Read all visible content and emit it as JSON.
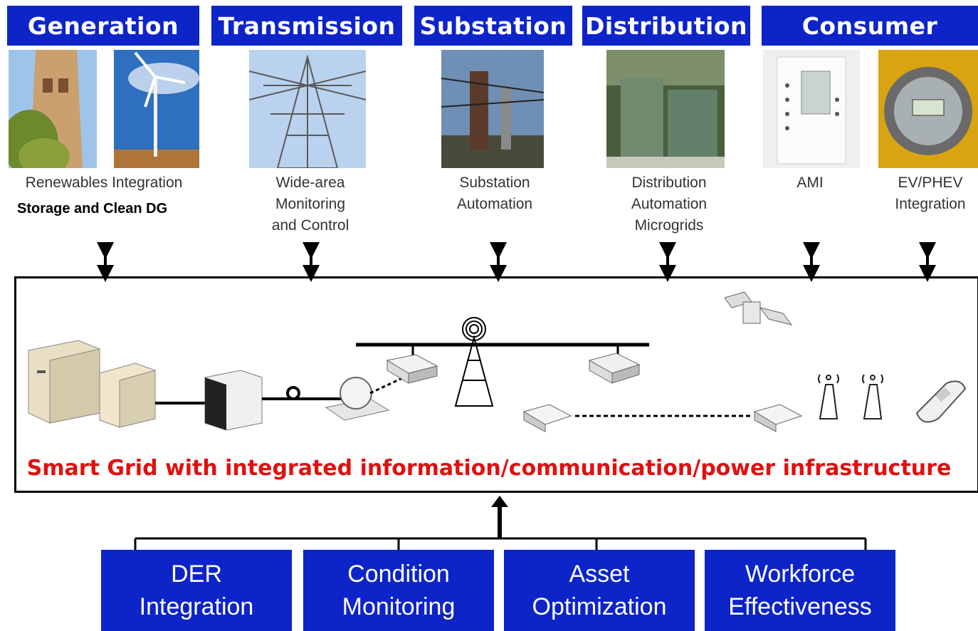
{
  "headers": [
    "Generation",
    "Transmission",
    "Substation",
    "Distribution",
    "Consumer"
  ],
  "captions": {
    "renewables": "Renewables Integration",
    "storage": "Storage and Clean DG",
    "wide_area": [
      "Wide-area",
      "Monitoring",
      "and Control"
    ],
    "substation": [
      "Substation",
      "Automation"
    ],
    "distribution": [
      "Distribution",
      "Automation",
      "Microgrids"
    ],
    "ami": "AMI",
    "ev": [
      "EV/PHEV",
      "Integration"
    ]
  },
  "main_title": "Smart Grid with integrated information/communication/power infrastructure",
  "bottom_boxes": [
    [
      "DER",
      "Integration"
    ],
    [
      "Condition",
      "Monitoring"
    ],
    [
      "Asset",
      "Optimization"
    ],
    [
      "Workforce",
      "Effectiveness"
    ]
  ],
  "colors": {
    "header_blue": "#0d24c8",
    "title_red": "#e01010"
  },
  "icons": [
    "server-icon",
    "workstation-icon",
    "satellite-dish-icon",
    "router-icon",
    "radio-tower-icon",
    "modem-icon",
    "satellite-icon",
    "antenna-icon",
    "handheld-device-icon"
  ]
}
